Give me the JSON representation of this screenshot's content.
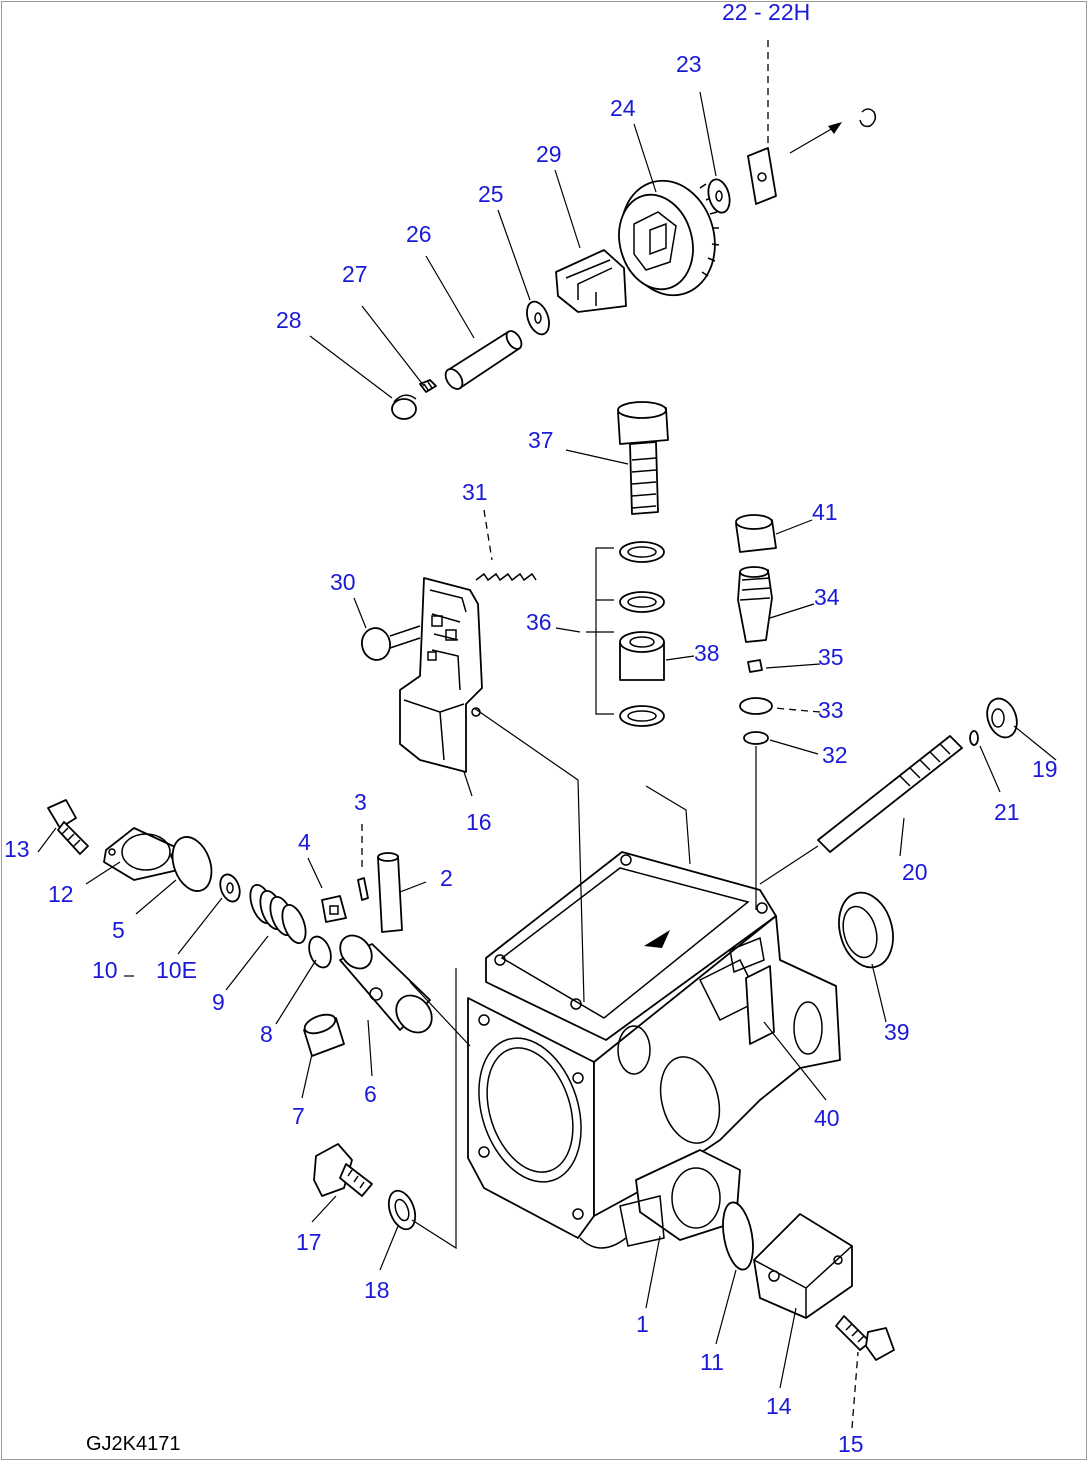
{
  "drawing_code": "GJ2K4171",
  "callouts": [
    {
      "id": "c22",
      "text": "22  -  22H"
    },
    {
      "id": "c23",
      "text": "23"
    },
    {
      "id": "c24",
      "text": "24"
    },
    {
      "id": "c29",
      "text": "29"
    },
    {
      "id": "c25",
      "text": "25"
    },
    {
      "id": "c26",
      "text": "26"
    },
    {
      "id": "c27",
      "text": "27"
    },
    {
      "id": "c28",
      "text": "28"
    },
    {
      "id": "c37",
      "text": "37"
    },
    {
      "id": "c41",
      "text": "41"
    },
    {
      "id": "c31",
      "text": "31"
    },
    {
      "id": "c30",
      "text": "30"
    },
    {
      "id": "c34",
      "text": "34"
    },
    {
      "id": "c36",
      "text": "36"
    },
    {
      "id": "c38",
      "text": "38"
    },
    {
      "id": "c35",
      "text": "35"
    },
    {
      "id": "c33",
      "text": "33"
    },
    {
      "id": "c32",
      "text": "32"
    },
    {
      "id": "c19",
      "text": "19"
    },
    {
      "id": "c21",
      "text": "21"
    },
    {
      "id": "c16",
      "text": "16"
    },
    {
      "id": "c3",
      "text": "3"
    },
    {
      "id": "c13",
      "text": "13"
    },
    {
      "id": "c4",
      "text": "4"
    },
    {
      "id": "c2",
      "text": "2"
    },
    {
      "id": "c20",
      "text": "20"
    },
    {
      "id": "c12",
      "text": "12"
    },
    {
      "id": "c5",
      "text": "5"
    },
    {
      "id": "c10",
      "text": "10"
    },
    {
      "id": "c10e",
      "text": "10E"
    },
    {
      "id": "c9",
      "text": "9"
    },
    {
      "id": "c8",
      "text": "8"
    },
    {
      "id": "c39",
      "text": "39"
    },
    {
      "id": "c6",
      "text": "6"
    },
    {
      "id": "c7",
      "text": "7"
    },
    {
      "id": "c40",
      "text": "40"
    },
    {
      "id": "c17",
      "text": "17"
    },
    {
      "id": "c18",
      "text": "18"
    },
    {
      "id": "c1",
      "text": "1"
    },
    {
      "id": "c11",
      "text": "11"
    },
    {
      "id": "c14",
      "text": "14"
    },
    {
      "id": "c15",
      "text": "15"
    }
  ]
}
